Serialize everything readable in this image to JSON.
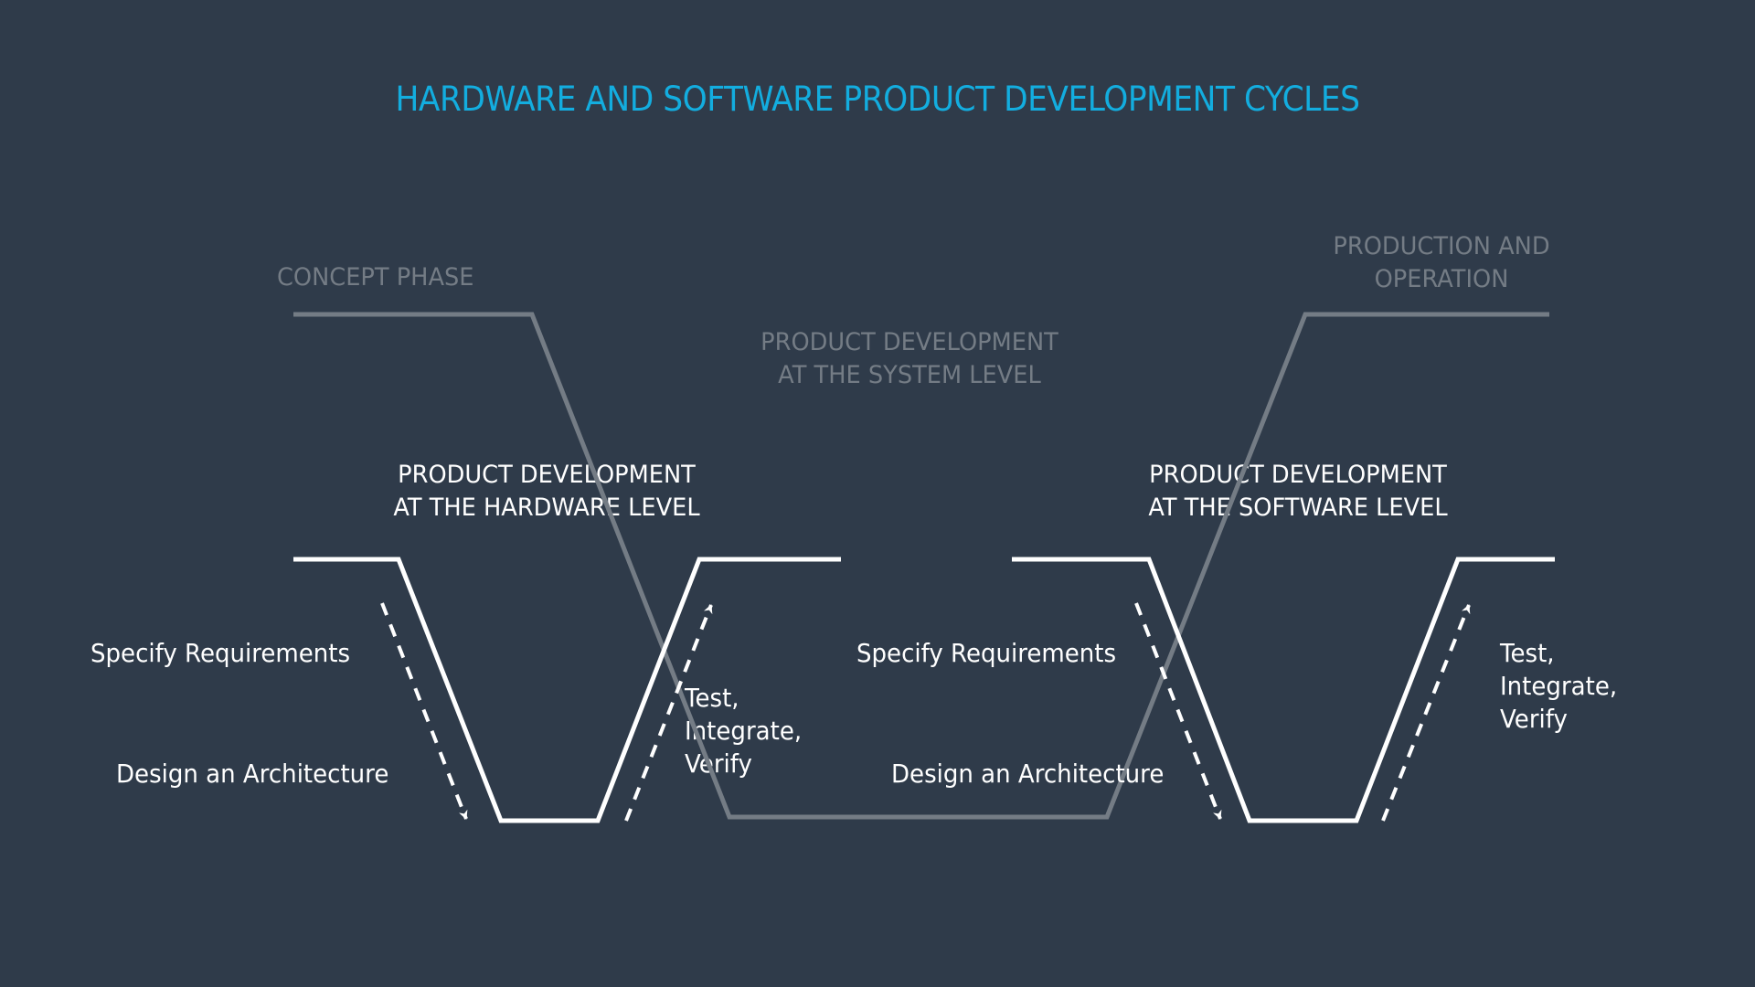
{
  "title": "HARDWARE AND SOFTWARE PRODUCT DEVELOPMENT CYCLES",
  "colors": {
    "background": "#2f3b4a",
    "title": "#13addf",
    "system_line": "#747c85",
    "system_text": "#747c85",
    "cycle_line": "#ffffff",
    "cycle_text": "#ffffff"
  },
  "system_level": {
    "concept_label": "CONCEPT PHASE",
    "production_label": [
      "PRODUCTION AND",
      "OPERATION"
    ],
    "center_label": [
      "PRODUCT DEVELOPMENT",
      "AT THE SYSTEM LEVEL"
    ]
  },
  "hardware": {
    "label": [
      "PRODUCT DEVELOPMENT",
      "AT THE HARDWARE LEVEL"
    ],
    "steps": {
      "specify": "Specify Requirements",
      "design": "Design an Architecture",
      "verify": [
        "Test,",
        "Integrate,",
        "Verify"
      ]
    }
  },
  "software": {
    "label": [
      "PRODUCT DEVELOPMENT",
      "AT THE SOFTWARE LEVEL"
    ],
    "steps": {
      "specify": "Specify Requirements",
      "design": "Design an Architecture",
      "verify": [
        "Test,",
        "Integrate,",
        "Verify"
      ]
    }
  }
}
